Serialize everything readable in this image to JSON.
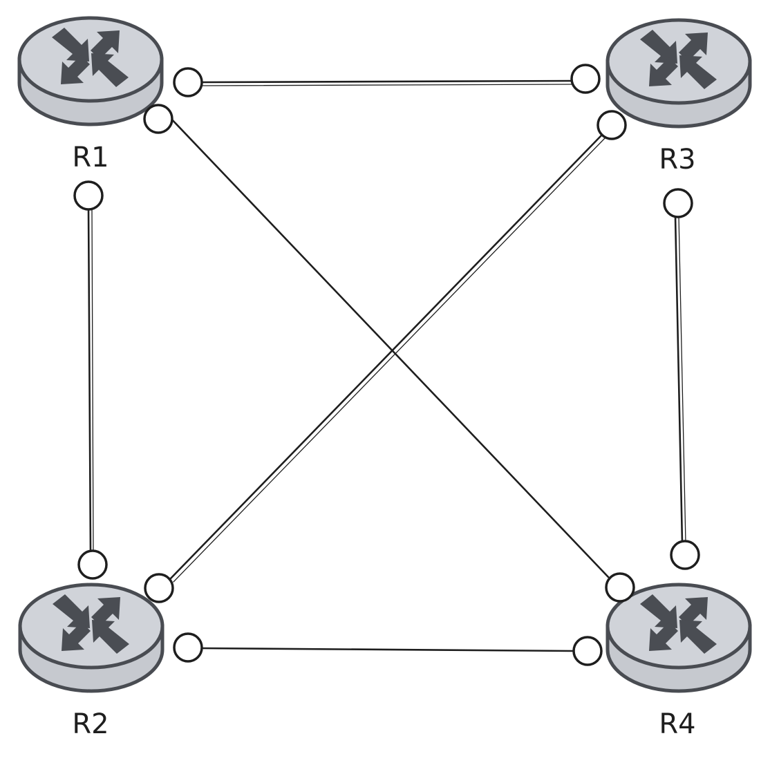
{
  "diagram": {
    "routers": [
      {
        "id": "r1",
        "label": "R1"
      },
      {
        "id": "r2",
        "label": "R2"
      },
      {
        "id": "r3",
        "label": "R3"
      },
      {
        "id": "r4",
        "label": "R4"
      }
    ],
    "links": [
      {
        "from": "R1",
        "to": "R3"
      },
      {
        "from": "R1",
        "to": "R2"
      },
      {
        "from": "R1",
        "to": "R4"
      },
      {
        "from": "R3",
        "to": "R2"
      },
      {
        "from": "R3",
        "to": "R4"
      },
      {
        "from": "R2",
        "to": "R4"
      }
    ],
    "colors": {
      "router_body": "#d0d3d9",
      "router_outline": "#494c52",
      "arrows": "#4a4d53",
      "lines": "#1e1e1e"
    }
  }
}
